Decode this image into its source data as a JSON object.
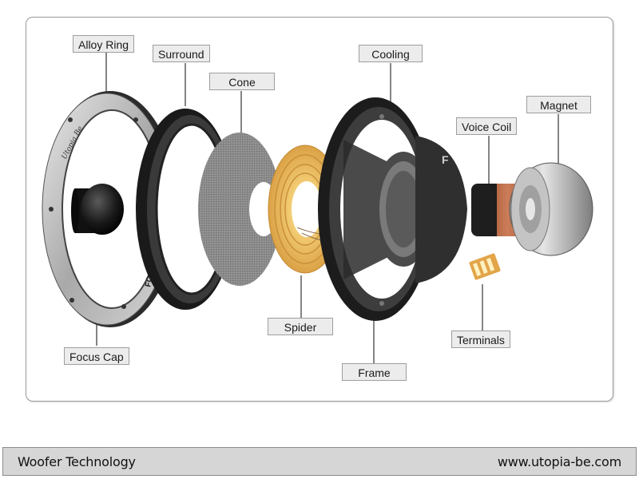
{
  "labels": {
    "alloy_ring": "Alloy Ring",
    "surround": "Surround",
    "cone": "Cone",
    "cooling": "Cooling",
    "voice_coil": "Voice Coil",
    "magnet": "Magnet",
    "focus_cap": "Focus Cap",
    "spider": "Spider",
    "frame": "Frame",
    "terminals": "Terminals"
  },
  "ring_engravings": {
    "top": "Utopia Be",
    "bottom": "FOCAL"
  },
  "footer": {
    "title": "Woofer Technology",
    "url": "www.utopia-be.com"
  }
}
